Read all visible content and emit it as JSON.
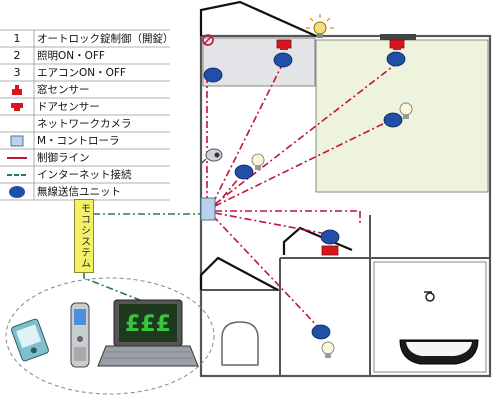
{
  "legend": [
    {
      "key_text": "1",
      "key_icon": "",
      "label": "オートロック錠制御（開錠）"
    },
    {
      "key_text": "2",
      "key_icon": "",
      "label": "照明ON・OFF"
    },
    {
      "key_text": "3",
      "key_icon": "",
      "label": "エアコンON・OFF"
    },
    {
      "key_text": "",
      "key_icon": "window-sensor-icon",
      "label": "窓センサー"
    },
    {
      "key_text": "",
      "key_icon": "door-sensor-icon",
      "label": "ドアセンサー"
    },
    {
      "key_text": "",
      "key_icon": "",
      "label": "ネットワークカメラ"
    },
    {
      "key_text": "",
      "key_icon": "controller-icon",
      "label": "M・コントローラ"
    },
    {
      "key_text": "",
      "key_icon": "control-line-icon",
      "label": "制御ライン"
    },
    {
      "key_text": "",
      "key_icon": "internet-line-icon",
      "label": "インターネット接続"
    },
    {
      "key_text": "",
      "key_icon": "wireless-unit-icon",
      "label": "無線送信ユニット"
    }
  ],
  "moco_system_label": "モコシステム",
  "laptop_screen_text": "£££",
  "colors": {
    "control_line": "#c0143c",
    "internet_line": "#2a7a4a",
    "wireless_unit": "#1f4fa8",
    "sensor": "#d8141e",
    "controller": "#b8d2ee",
    "room_fill": "#eef3de",
    "wall": "#555555",
    "moco": "#f3f06a"
  }
}
